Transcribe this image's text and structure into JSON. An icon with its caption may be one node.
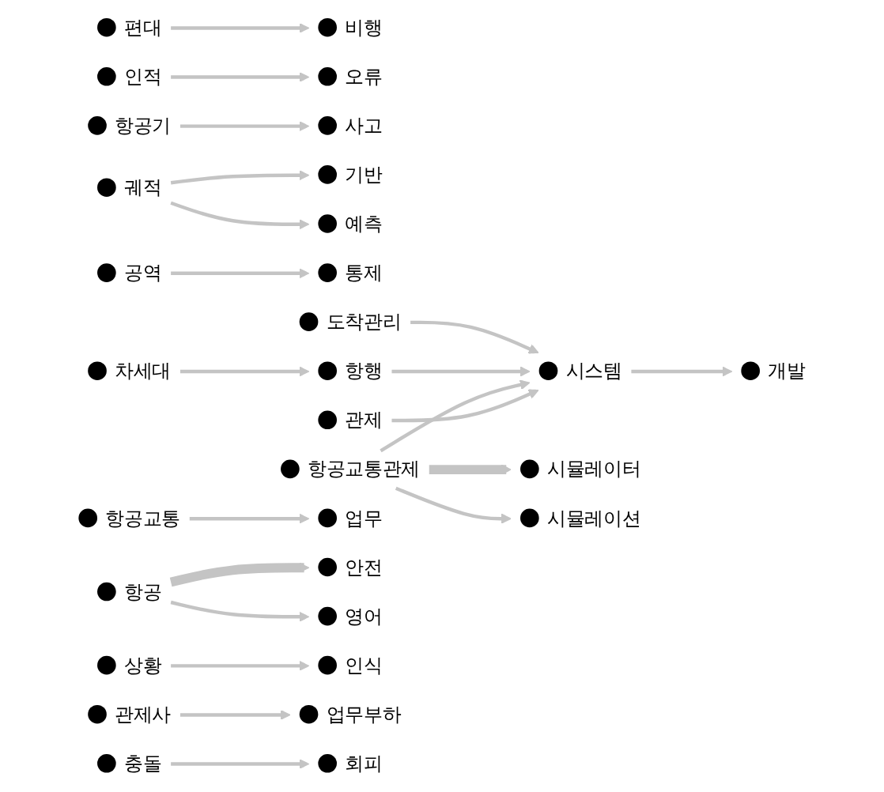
{
  "diagram": {
    "nodes": [
      {
        "text": [
          "편대"
        ]
      },
      {
        "text": [
          "인적"
        ]
      },
      {
        "text": [
          "항공기"
        ]
      },
      {
        "text": [
          "오류"
        ]
      },
      {
        "text": [
          "비행"
        ]
      },
      {
        "text": [
          "사고"
        ]
      },
      {
        "text": [
          "기반"
        ]
      },
      {
        "text": [
          "예측"
        ]
      },
      {
        "text": [
          "공역"
        ]
      },
      {
        "text": [
          "통제"
        ]
      },
      {
        "text": [
          "개발"
        ]
      },
      {
        "text": [
          "도착관리"
        ]
      },
      {
        "text": [
          "궤적"
        ]
      },
      {
        "text": [
          "항공교통"
        ]
      },
      {
        "text": [
          "차세대"
        ]
      },
      {
        "text": [
          "업무"
        ]
      },
      {
        "text": [
          "항공"
        ]
      },
      {
        "text": [
          "항행"
        ]
      },
      {
        "text": [
          "시스템"
        ]
      },
      {
        "text": [
          "안전"
        ]
      },
      {
        "text": [
          "인식"
        ]
      },
      {
        "text": [
          "항공교통관제"
        ]
      },
      {
        "text": [
          "상황"
        ]
      },
      {
        "text": [
          "영어"
        ]
      },
      {
        "text": [
          "관제"
        ]
      },
      {
        "text": [
          "시뮬레이터"
        ]
      },
      {
        "text": [
          "업무부하"
        ]
      },
      {
        "text": [
          "시뮬레이션"
        ]
      },
      {
        "text": [
          "회피"
        ]
      },
      {
        "text": [
          "관제사"
        ]
      },
      {
        "text": [
          "충돌"
        ]
      }
    ],
    "edges": [
      {
        "from": 0,
        "to": 4,
        "arrow": "to"
      },
      {
        "from": 1,
        "to": 3,
        "arrow": "to"
      },
      {
        "from": 2,
        "to": 5,
        "arrow": "to"
      },
      {
        "from": 8,
        "to": 9,
        "arrow": "to"
      },
      {
        "from": 11,
        "to": 18,
        "arrow": "to"
      },
      {
        "from": 12,
        "to": 7,
        "arrow": "to"
      },
      {
        "from": 12,
        "to": 6,
        "arrow": "to"
      },
      {
        "from": 13,
        "to": 15,
        "arrow": "to"
      },
      {
        "from": 14,
        "to": 17,
        "arrow": "to"
      },
      {
        "from": 16,
        "to": 19,
        "arrow": "to",
        "style": "thick"
      },
      {
        "from": 16,
        "to": 23,
        "arrow": "to"
      },
      {
        "from": 17,
        "to": 18,
        "arrow": "to"
      },
      {
        "from": 18,
        "to": 10,
        "arrow": "to"
      },
      {
        "from": 21,
        "to": 18,
        "arrow": "to"
      },
      {
        "from": 21,
        "to": 25,
        "arrow": "to",
        "style": "thick"
      },
      {
        "from": 21,
        "to": 27,
        "arrow": "to"
      },
      {
        "from": 22,
        "to": 20,
        "arrow": "to"
      },
      {
        "from": 24,
        "to": 18,
        "arrow": "to"
      },
      {
        "from": 29,
        "to": 26,
        "arrow": "to"
      },
      {
        "from": 30,
        "to": 28,
        "arrow": "to"
      }
    ]
  }
}
